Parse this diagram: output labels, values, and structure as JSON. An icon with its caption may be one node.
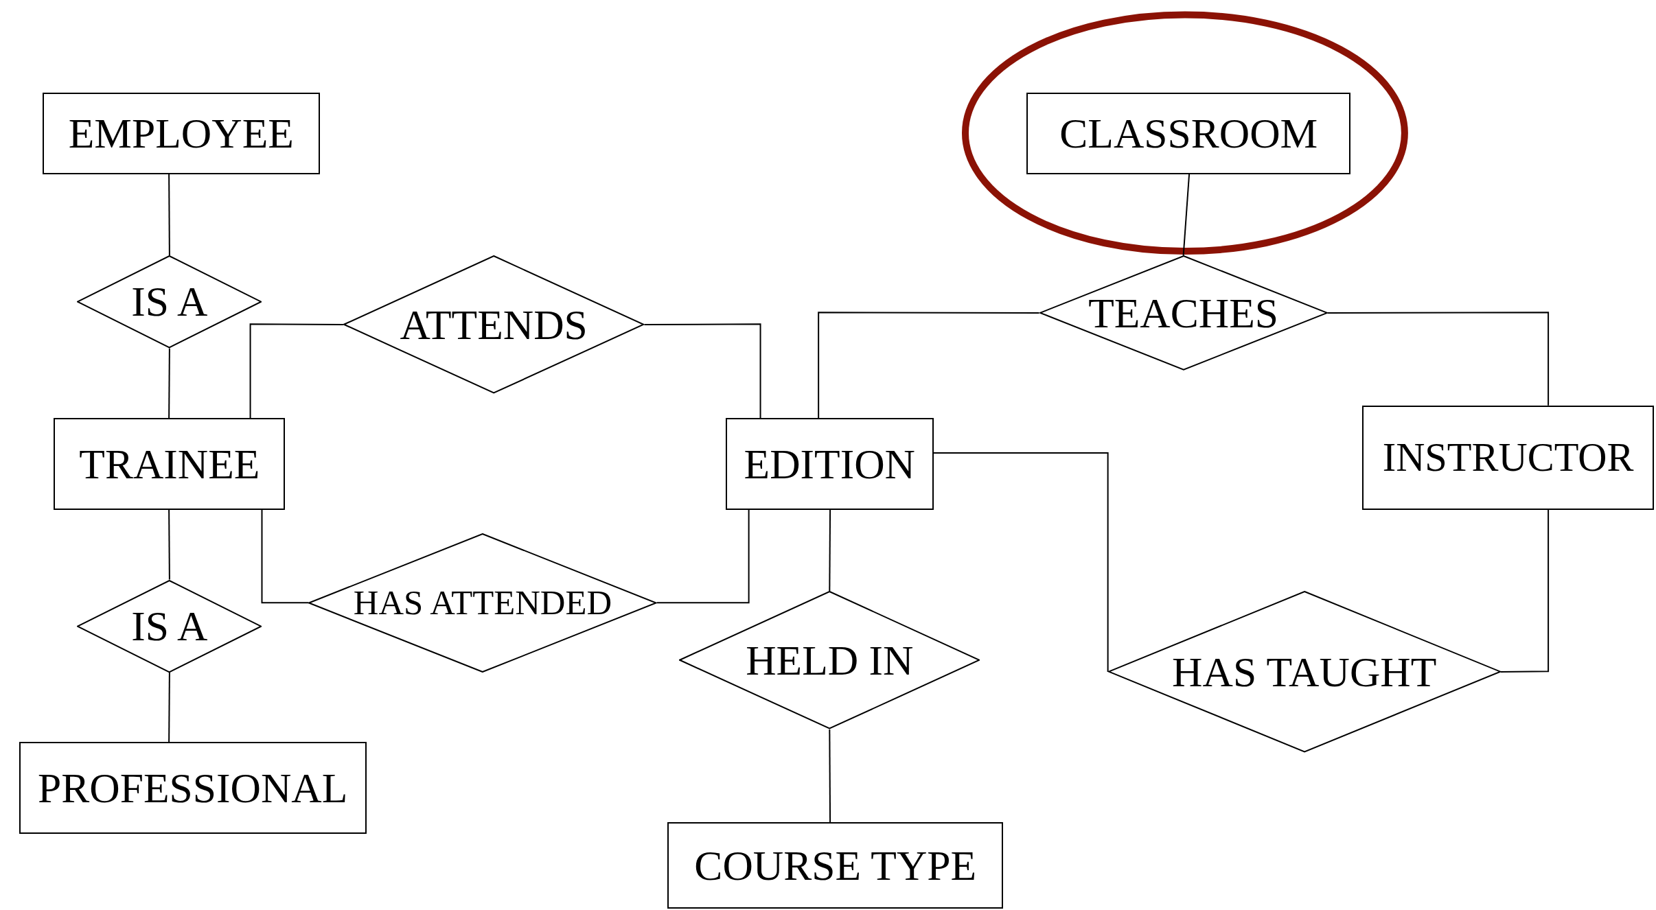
{
  "diagram": {
    "nodes": [
      {
        "text": [
          "EMPLOYEE"
        ]
      },
      {
        "text": [
          "CLASSROOM"
        ]
      },
      {
        "text": [
          "IS A"
        ]
      },
      {
        "text": [
          "ATTENDS"
        ]
      },
      {
        "text": [
          "TEACHES"
        ]
      },
      {
        "text": [
          "TRAINEE"
        ]
      },
      {
        "text": [
          "EDITION"
        ]
      },
      {
        "text": [
          "INSTRUCTOR"
        ]
      },
      {
        "text": [
          "HAS ATTENDED"
        ]
      },
      {
        "text": [
          "IS A"
        ]
      },
      {
        "text": [
          "HELD IN"
        ]
      },
      {
        "text": [
          "HAS TAUGHT"
        ]
      },
      {
        "text": [
          "PROFESSIONAL"
        ]
      },
      {
        "text": [
          "COURSE TYPE"
        ]
      }
    ],
    "edges": [
      {
        "from": 0,
        "to": 2,
        "arrow": "none"
      },
      {
        "from": 2,
        "to": 5,
        "arrow": "none"
      },
      {
        "from": 5,
        "to": 3,
        "arrow": "none"
      },
      {
        "from": 3,
        "to": 6,
        "arrow": "none"
      },
      {
        "from": 1,
        "to": 4,
        "arrow": "none"
      },
      {
        "from": 4,
        "to": 6,
        "arrow": "none"
      },
      {
        "from": 4,
        "to": 7,
        "arrow": "none"
      },
      {
        "from": 5,
        "to": 9,
        "arrow": "none"
      },
      {
        "from": 9,
        "to": 12,
        "arrow": "none"
      },
      {
        "from": 5,
        "to": 8,
        "arrow": "none"
      },
      {
        "from": 8,
        "to": 6,
        "arrow": "none"
      },
      {
        "from": 6,
        "to": 10,
        "arrow": "none"
      },
      {
        "from": 10,
        "to": 13,
        "arrow": "none"
      },
      {
        "from": 6,
        "to": 11,
        "arrow": "none"
      },
      {
        "from": 11,
        "to": 7,
        "arrow": "none"
      }
    ]
  }
}
